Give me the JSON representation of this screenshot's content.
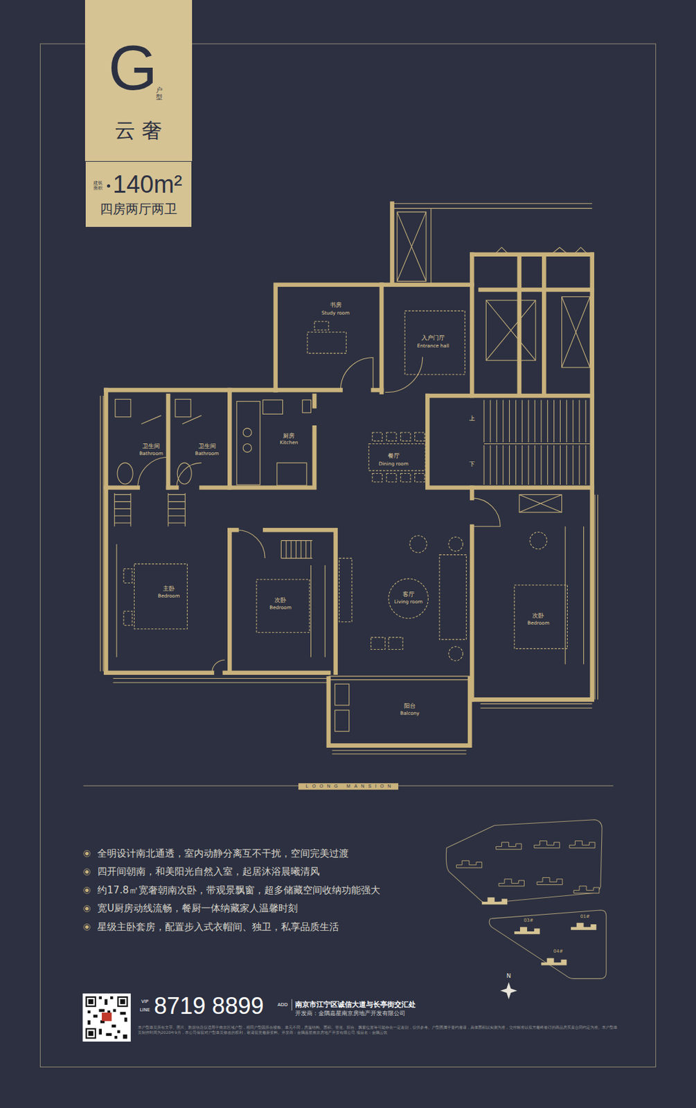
{
  "diagram": {
    "nodes": [
      {
        "text": [
          "G",
          "户型",
          "云奢"
        ]
      },
      {
        "text": [
          "建筑面积",
          "140m²",
          "四房两厅两卫"
        ],
        "in": 0
      },
      {
        "text": [
          "LOONG MANSION"
        ]
      }
    ],
    "labels": [
      "书房",
      "Study room",
      "入户门厅",
      "Entrance hall",
      "卫生间",
      "Bathroom",
      "卫生间",
      "Bathroom",
      "厨房",
      "Kitchen",
      "餐厅",
      "Dining room",
      "上",
      "下",
      "主卧",
      "Bedroom",
      "次卧",
      "Bedroom",
      "客厅",
      "Living room",
      "次卧",
      "Bedroom",
      "阳台",
      "Balcony",
      "全明设计南北通透，室内动静分离互不干扰，空间完美过渡",
      "四开间朝南，和美阳光自然入室，起居沐浴晨曦清风",
      "约17.8㎡宽奢朝南次卧，带观景飘窗，超多储藏空间收纳功能强大",
      "宽U厨房动线流畅，餐厨一体纳藏家人温馨时刻",
      "星级主卧套房，配置步入式衣帽间、独卫，私享品质生活",
      "03#",
      "01#",
      "04#",
      "N",
      "VIP",
      "LINE",
      "8719 8899",
      "ADD",
      "南京市江宁区诚信大道与长亭街交汇处",
      "开发商：金隅嘉星南京房地产开发有限公司",
      "本户型单页所有文字、图片、数据信息仅适用于南京区域户型，相同户型因所在楼栋、单元不同，房屋结构、面积、管道、阳台、飘窗位置等可能存在一定差别，仅供参考。户型图属于要约邀请，具体面积以实测为准，交付标准以双方最终签订的商品房买卖合同约定为准。本户型单页制作时间为2020年9月，本公司保留对户型单页修改的权利，敬请留意最新资料。开发商：金隅嘉星南京房地产开发有限公司 项目名：金隅云筑"
    ]
  }
}
